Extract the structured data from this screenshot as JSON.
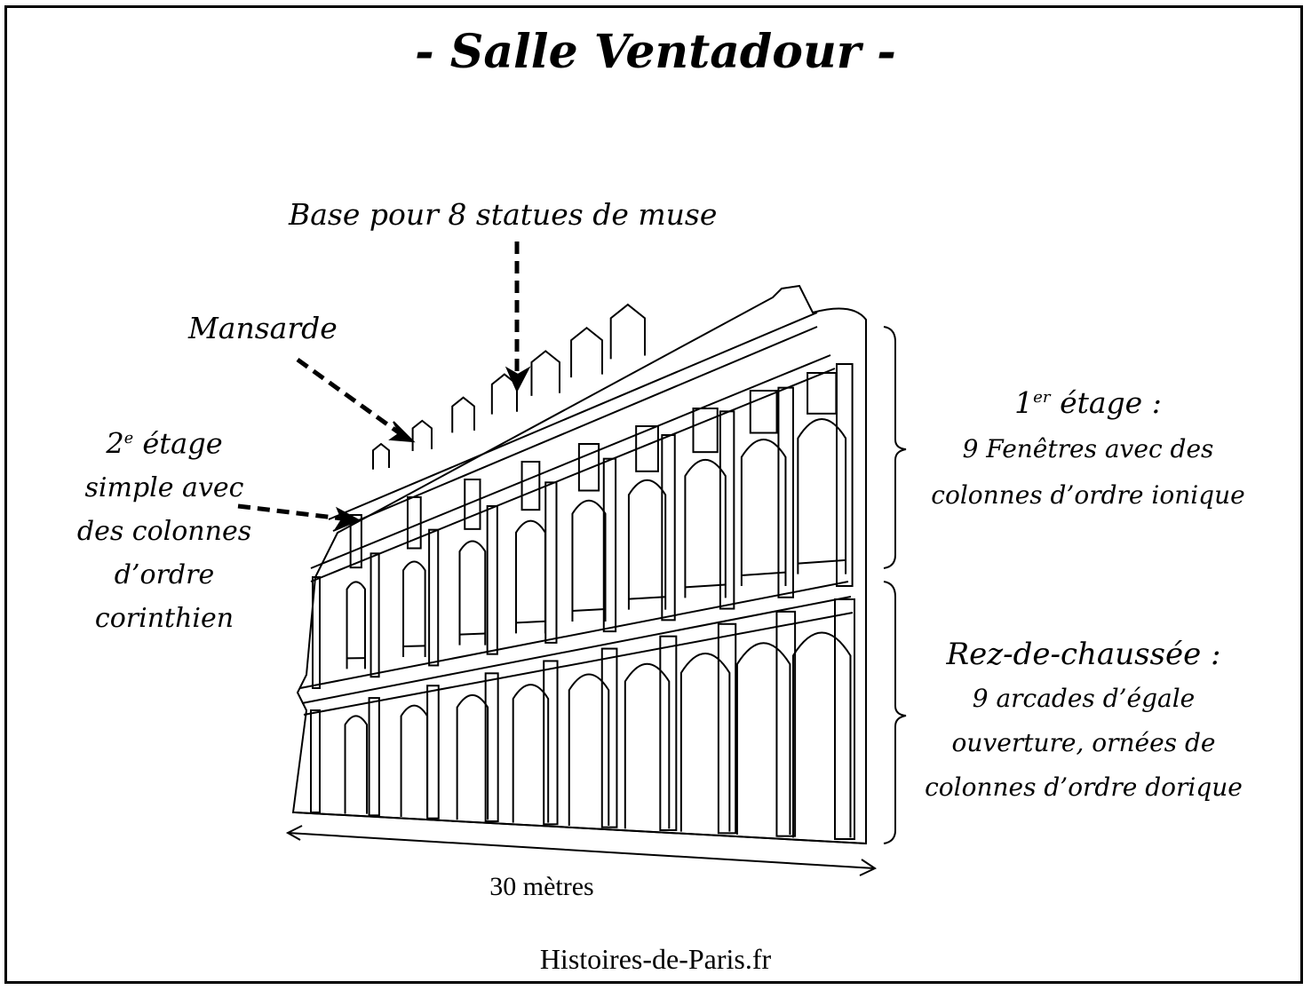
{
  "title": "- Salle Ventadour -",
  "annotations": {
    "base_statues": "Base pour 8 statues de muse",
    "mansarde": "Mansarde",
    "second_floor": {
      "heading_num": "2",
      "heading_sup": "e",
      "heading_rest": " étage",
      "lines": [
        "simple avec",
        "des colonnes",
        "d’ordre",
        "corinthien"
      ]
    },
    "first_floor": {
      "heading_num": "1",
      "heading_sup": "er",
      "heading_rest": " étage :",
      "lines": [
        "9 Fenêtres avec des",
        "colonnes d’ordre ionique"
      ]
    },
    "ground_floor": {
      "heading": "Rez-de-chaussée :",
      "lines": [
        "9 arcades d’égale",
        "ouverture, ornées de",
        "colonnes d’ordre dorique"
      ]
    }
  },
  "width_label": "30 mètres",
  "footer": "Histoires-de-Paris.fr"
}
